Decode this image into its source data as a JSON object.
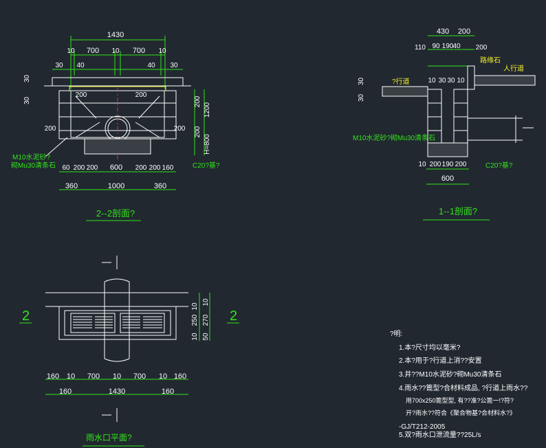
{
  "section22": {
    "title": "2--2剖面?",
    "dims_top": [
      "1430",
      "10",
      "700",
      "10",
      "700",
      "10",
      "30",
      "40",
      "40",
      "30"
    ],
    "dim_left": [
      "30",
      "30"
    ],
    "dims_mid": [
      "200",
      "200",
      "200",
      "200",
      "200",
      "200",
      "1200",
      "H=800"
    ],
    "dims_bottom": [
      "60",
      "200",
      "200",
      "600",
      "200",
      "200",
      "160",
      "360",
      "1000",
      "360"
    ],
    "labels": [
      "M10水泥砂?",
      "砌Mu30清条石",
      "C20?基?"
    ]
  },
  "section11": {
    "title": "1--1剖面?",
    "dims_top": [
      "430",
      "200",
      "110",
      "90",
      "190",
      "40",
      "200",
      "10",
      "30",
      "30",
      "10"
    ],
    "dim_left": [
      "30",
      "30"
    ],
    "dims_bottom": [
      "10",
      "200",
      "190",
      "200",
      "600"
    ],
    "labels": [
      "?行道",
      "路缘石",
      "人行道",
      "M10水泥砂?砌Mu30清条石",
      "C20?基?"
    ]
  },
  "plan": {
    "title": "雨水口平面?",
    "marker_left": "2",
    "marker_right": "2",
    "dims_right": [
      "10",
      "250",
      "10",
      "270",
      "10",
      "50"
    ],
    "dims_bottom": [
      "160",
      "10",
      "700",
      "10",
      "700",
      "10",
      "160",
      "160",
      "1430",
      "160"
    ]
  },
  "notes": {
    "header": "?明:",
    "items": [
      "1.本?尺寸均以毫米?",
      "2.本?用于?行道上消??安置",
      "3.井??M10水泥砂?砌Mu30清条石",
      "4.雨水??篦型?合材料成品, ?行道上雨水??",
      "用700x250篦型型, 有??准?公篦一!?符?",
      "开?雨水??符合《聚合物基?合材料水?》",
      "-GJ/T212-2005",
      "5.双?雨水口泄流量??25L/s"
    ]
  }
}
